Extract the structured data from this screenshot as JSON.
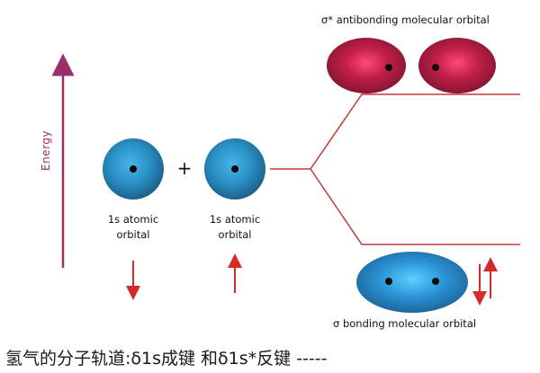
{
  "diagram": {
    "axis_label": "Energy",
    "antibonding_label": "σ* antibonding molecular orbital",
    "bonding_label": "σ bonding molecular orbital",
    "atomic_orbital_left_label": "1s atomic\norbital",
    "atomic_orbital_right_label": "1s atomic\norbital",
    "plus_sign": "+",
    "left_electron_spin": "down",
    "right_electron_spin": "up",
    "bonding_electrons": "paired (down, up)"
  },
  "caption": "氢气的分子轨道:δ1s成键 和δ1s*反键 -----",
  "colors": {
    "axis": "#9b2f6a",
    "lines": "#c23a3a",
    "arrows": "#d42a2a",
    "atomic_orbital": "#1f7fb0",
    "antibonding_orbital": "#b81f3f",
    "bonding_orbital": "#2b8fd0"
  }
}
